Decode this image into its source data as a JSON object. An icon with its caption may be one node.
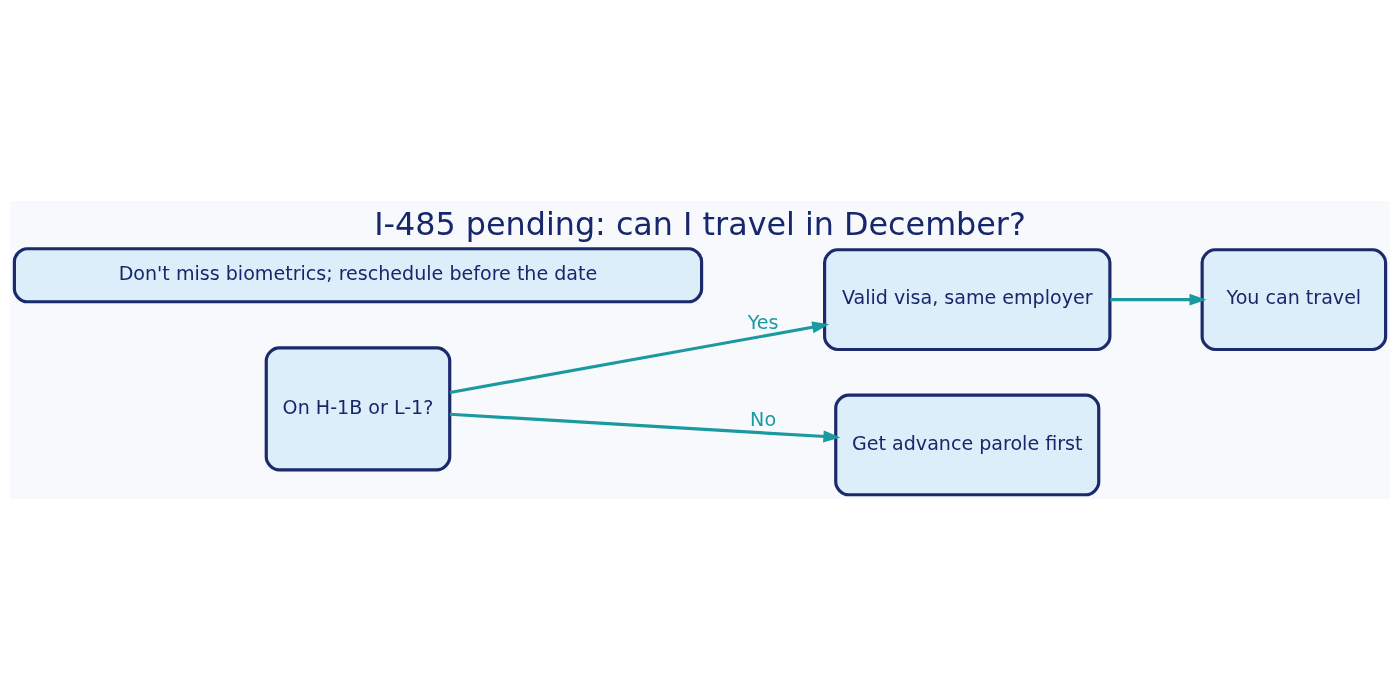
{
  "diagram": {
    "title": "I-485 pending: can I travel in December?",
    "nodes": [
      {
        "text": [
          "On H-1B or L-1?"
        ]
      },
      {
        "text": [
          "Valid visa, same employer"
        ]
      },
      {
        "text": [
          "You can travel"
        ]
      },
      {
        "text": [
          "Get advance parole first"
        ]
      },
      {
        "text": [
          "Don't miss biometrics; reschedule before the date"
        ]
      }
    ],
    "edges": [
      {
        "from": 0,
        "to": 1,
        "arrow": "to",
        "label": "Yes"
      },
      {
        "from": 1,
        "to": 2,
        "arrow": "to"
      },
      {
        "from": 0,
        "to": 3,
        "arrow": "to",
        "label": "No"
      }
    ]
  }
}
